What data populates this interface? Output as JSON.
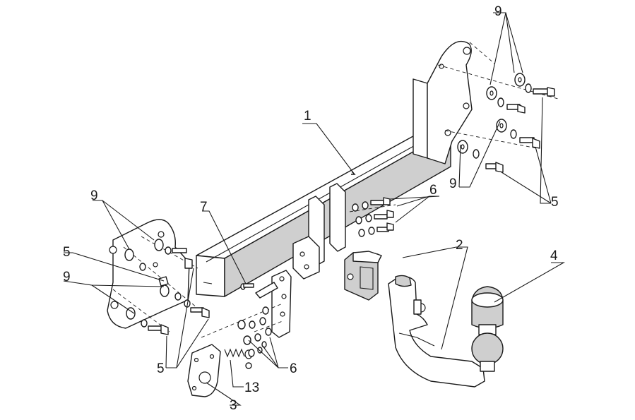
{
  "callouts": {
    "part_1": "1",
    "part_2": "2",
    "part_3": "3",
    "part_4": "4",
    "part_5": "5",
    "part_6": "6",
    "part_7": "7",
    "part_9": "9",
    "part_13": "13"
  },
  "colors": {
    "line": "#1a1a1a",
    "shade": "#cfcfcf",
    "background": "#ffffff"
  }
}
